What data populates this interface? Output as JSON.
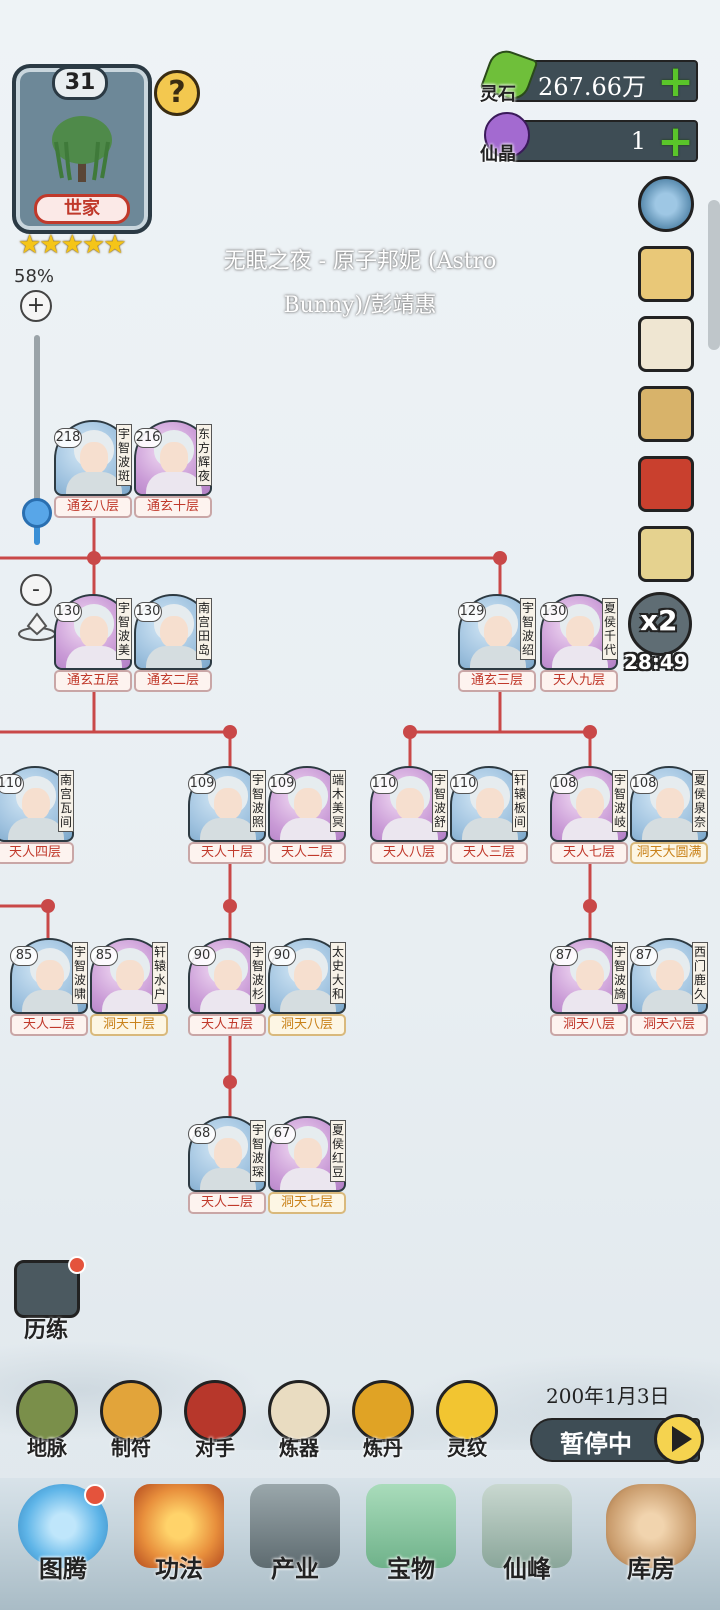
{
  "family": {
    "level": "31",
    "rank": "世家",
    "stars": "★★★★★",
    "help": "?"
  },
  "zoom": {
    "percent_label": "58%",
    "percent_value": 58,
    "plus": "+",
    "minus": "-"
  },
  "currency": [
    {
      "label": "灵石",
      "value": "267.66万",
      "icon": "spirit-stone-icon",
      "color": "#6fbf3a"
    },
    {
      "label": "仙晶",
      "value": "1",
      "icon": "immortal-crystal-icon",
      "color": "#a36ad0"
    }
  ],
  "side_icons": [
    "settings-icon",
    "map-scroll-icon",
    "letter-icon",
    "scroll-icon",
    "red-book-icon",
    "map-icon"
  ],
  "speed": {
    "multiplier": "x2",
    "timer": "28:49"
  },
  "music": {
    "line1": "无眠之夜 - 原子邦妮 (Astro",
    "line2": "Bunny)/彭靖惠"
  },
  "members": [
    {
      "age": "218",
      "name": "宇智波斑",
      "realm": "通玄八层",
      "gender": "m",
      "realm_color": "red"
    },
    {
      "age": "216",
      "name": "东方辉夜",
      "realm": "通玄十层",
      "gender": "f",
      "realm_color": "red"
    },
    {
      "age": "130",
      "name": "宇智波美",
      "realm": "通玄五层",
      "gender": "f",
      "realm_color": "red"
    },
    {
      "age": "130",
      "name": "南宫田岛",
      "realm": "通玄二层",
      "gender": "m",
      "realm_color": "red"
    },
    {
      "age": "129",
      "name": "宇智波绍",
      "realm": "通玄三层",
      "gender": "m",
      "realm_color": "red"
    },
    {
      "age": "130",
      "name": "夏侯千代",
      "realm": "天人九层",
      "gender": "f",
      "realm_color": "red"
    },
    {
      "age": "110",
      "name": "南宫瓦间",
      "realm": "天人四层",
      "gender": "m",
      "realm_color": "red"
    },
    {
      "age": "109",
      "name": "宇智波照",
      "realm": "天人十层",
      "gender": "m",
      "realm_color": "red"
    },
    {
      "age": "109",
      "name": "端木美冥",
      "realm": "天人二层",
      "gender": "f",
      "realm_color": "red"
    },
    {
      "age": "110",
      "name": "宇智波舒",
      "realm": "天人八层",
      "gender": "f",
      "realm_color": "red"
    },
    {
      "age": "110",
      "name": "轩辕板间",
      "realm": "天人三层",
      "gender": "m",
      "realm_color": "red"
    },
    {
      "age": "108",
      "name": "宇智波岐",
      "realm": "天人七层",
      "gender": "f",
      "realm_color": "red"
    },
    {
      "age": "108",
      "name": "夏侯泉奈",
      "realm": "洞天大圆满",
      "gender": "m",
      "realm_color": "gold"
    },
    {
      "age": "85",
      "name": "宇智波啸",
      "realm": "天人二层",
      "gender": "m",
      "realm_color": "red"
    },
    {
      "age": "85",
      "name": "轩辕水户",
      "realm": "洞天十层",
      "gender": "f",
      "realm_color": "gold"
    },
    {
      "age": "90",
      "name": "宇智波杉",
      "realm": "天人五层",
      "gender": "f",
      "realm_color": "red"
    },
    {
      "age": "90",
      "name": "太史大和",
      "realm": "洞天八层",
      "gender": "m",
      "realm_color": "gold"
    },
    {
      "age": "87",
      "name": "宇智波旖",
      "realm": "洞天八层",
      "gender": "f",
      "realm_color": "red"
    },
    {
      "age": "87",
      "name": "西门鹿久",
      "realm": "洞天六层",
      "gender": "m",
      "realm_color": "red"
    },
    {
      "age": "68",
      "name": "宇智波琛",
      "realm": "天人二层",
      "gender": "m",
      "realm_color": "red"
    },
    {
      "age": "67",
      "name": "夏侯红豆",
      "realm": "洞天七层",
      "gender": "f",
      "realm_color": "gold"
    }
  ],
  "training": {
    "label": "历练"
  },
  "tools": [
    {
      "label": "地脉",
      "icon": "earth-vein-icon",
      "color": "#7a8f4a"
    },
    {
      "label": "制符",
      "icon": "talisman-icon",
      "color": "#e2a43a"
    },
    {
      "label": "对手",
      "icon": "rival-gate-icon",
      "color": "#b7372b"
    },
    {
      "label": "炼器",
      "icon": "refine-scroll-icon",
      "color": "#e9dcc1"
    },
    {
      "label": "炼丹",
      "icon": "alchemy-furnace-icon",
      "color": "#e0a325"
    },
    {
      "label": "灵纹",
      "icon": "spirit-pattern-icon",
      "color": "#f2c531"
    }
  ],
  "game_date": "200年1月3日",
  "pause": {
    "label": "暂停中"
  },
  "nav": [
    {
      "label": "图腾",
      "icon": "totem-icon",
      "color": "#5fb5e8"
    },
    {
      "label": "功法",
      "icon": "technique-icon",
      "color": "#e88f3c"
    },
    {
      "label": "产业",
      "icon": "industry-icon",
      "color": "#7c8a8e"
    },
    {
      "label": "宝物",
      "icon": "treasure-icon",
      "color": "#6fb28a"
    },
    {
      "label": "仙峰",
      "icon": "immortal-peak-icon",
      "color": "#8aa69a"
    },
    {
      "label": "库房",
      "icon": "storehouse-icon",
      "color": "#c89a6a"
    }
  ]
}
